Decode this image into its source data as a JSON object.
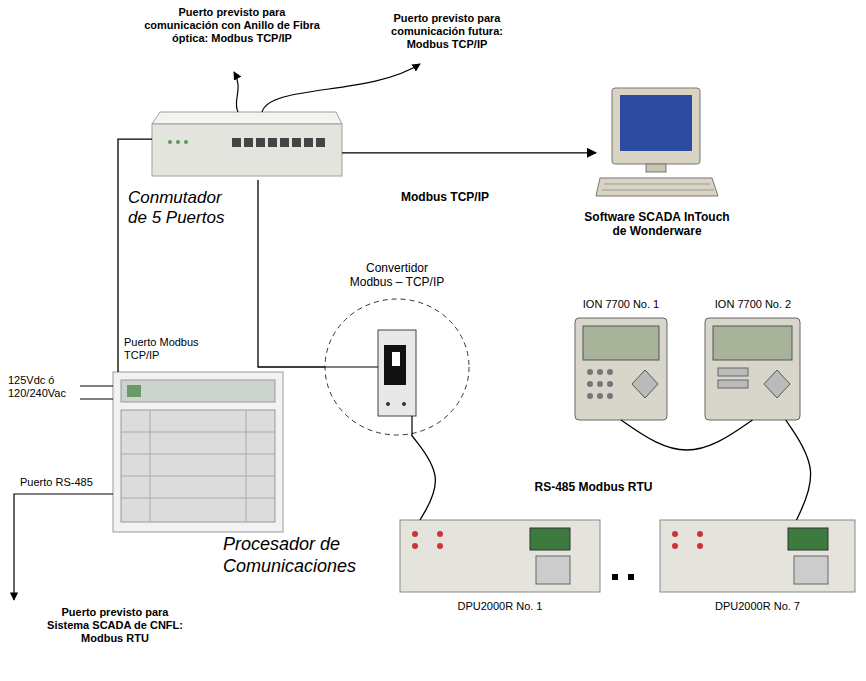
{
  "diagram": {
    "nodes": [
      {
        "text": [
          "Conmutador de 5 Puertos"
        ]
      },
      {
        "text": [
          "Software SCADA InTouch de Wonderware"
        ]
      },
      {
        "text": [
          "Convertidor Modbus – TCP/IP"
        ]
      },
      {
        "text": [
          "ION 7700 No. 1"
        ]
      },
      {
        "text": [
          "ION 7700 No. 2"
        ]
      },
      {
        "text": [
          "Procesador de Comunicaciones"
        ]
      },
      {
        "text": [
          "DPU2000R No. 1"
        ]
      },
      {
        "text": [
          "DPU2000R No. 7"
        ]
      }
    ],
    "edges": [
      {
        "from": 0,
        "to": 1,
        "arrow": "to",
        "label": "Modbus TCP/IP"
      },
      {
        "from": 0,
        "to": 5,
        "arrow": "none"
      },
      {
        "from": 0,
        "to": 2,
        "arrow": "none"
      },
      {
        "from": 2,
        "to": 6,
        "arrow": "none"
      },
      {
        "from": 3,
        "to": 4,
        "arrow": "none"
      },
      {
        "from": 4,
        "to": 7,
        "arrow": "none"
      }
    ],
    "labels": [
      "Puerto previsto para comunicación con Anillo de Fibra óptica: Modbus TCP/IP",
      "Puerto previsto para comunicación futura: Modbus TCP/IP",
      "Puerto Modbus TCP/IP",
      "125Vdc ó 120/240Vac",
      "Puerto RS-485",
      "Puerto previsto para Sistema SCADA de CNFL: Modbus RTU",
      "RS-485 Modbus RTU"
    ]
  }
}
